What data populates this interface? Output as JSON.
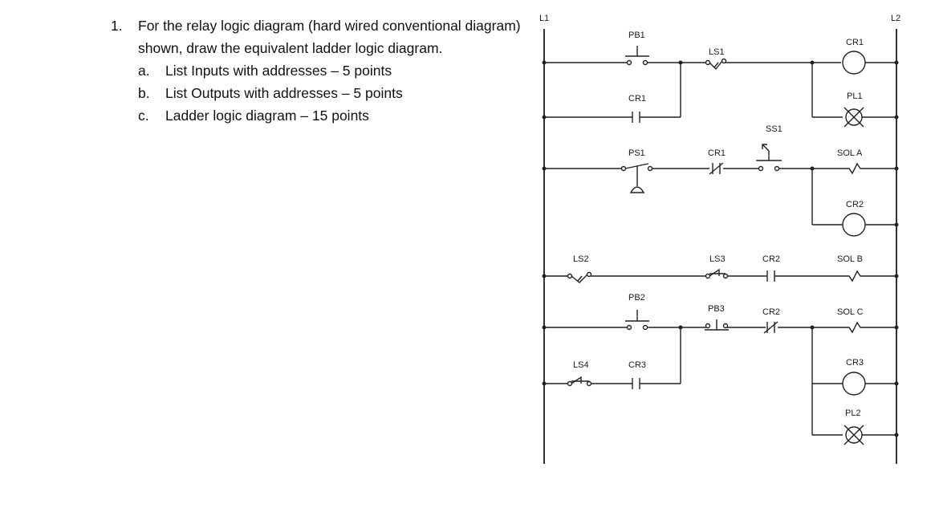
{
  "question": {
    "number": "1.",
    "text": "For the relay logic diagram (hard wired conventional diagram) shown, draw the equivalent ladder logic diagram.",
    "items": [
      {
        "letter": "a.",
        "text": "List Inputs with addresses – 5 points"
      },
      {
        "letter": "b.",
        "text": "List Outputs with addresses – 5 points"
      },
      {
        "letter": "c.",
        "text": "Ladder logic diagram – 15 points"
      }
    ]
  },
  "diagram": {
    "rails": {
      "left": "L1",
      "right": "L2"
    },
    "labels": {
      "pb1": "PB1",
      "ls1": "LS1",
      "cr1_coil": "CR1",
      "cr1_no": "CR1",
      "pl1": "PL1",
      "ss1": "SS1",
      "ps1": "PS1",
      "cr1_nc": "CR1",
      "sol_a": "SOL A",
      "cr2_coil": "CR2",
      "ls2": "LS2",
      "ls3": "LS3",
      "cr2_no": "CR2",
      "sol_b": "SOL B",
      "pb2": "PB2",
      "pb3": "PB3",
      "cr2_nc": "CR2",
      "sol_c": "SOL C",
      "ls4": "LS4",
      "cr3_no": "CR3",
      "cr3_coil": "CR3",
      "pl2": "PL2"
    }
  }
}
